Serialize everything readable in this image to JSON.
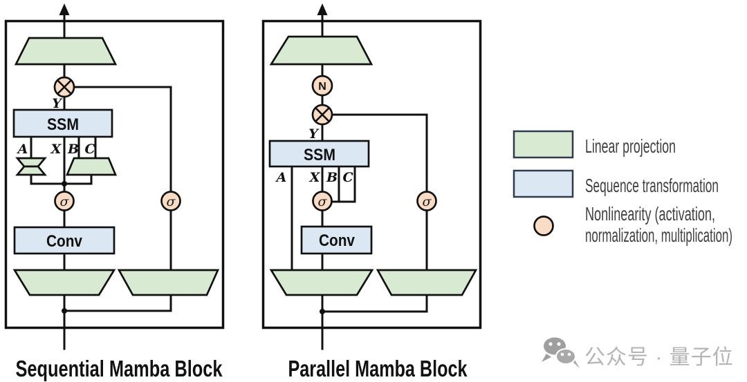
{
  "colors": {
    "linear_projection_green": "#d9ead3",
    "sequence_transform_blue": "#dbe8f4",
    "nonlinearity_peach": "#f9dcc5",
    "variable_red": "#c1272d",
    "line_black": "#111111",
    "legend_swatch_border": "#2e3b4e",
    "legend_text_gray": "#3f3f3f",
    "watermark_gray": "#b4b4b4"
  },
  "sequential": {
    "title": "Sequential Mamba Block",
    "ssm_label": "SSM",
    "conv_label": "Conv",
    "y_label": "Y",
    "a_label": "A",
    "x_label": "X",
    "b_label": "B",
    "c_label": "C",
    "sigma_main": "σ",
    "sigma_gate": "σ"
  },
  "parallel": {
    "title": "Parallel Mamba Block",
    "norm_label": "N",
    "ssm_label": "SSM",
    "conv_label": "Conv",
    "y_label": "Y",
    "a_label": "A",
    "x_label": "X",
    "b_label": "B",
    "c_label": "C",
    "sigma_main": "σ",
    "sigma_gate": "σ"
  },
  "legend": {
    "linear_projection": "Linear projection",
    "sequence_transformation": "Sequence transformation",
    "nonlinearity_line1": "Nonlinearity (activation,",
    "nonlinearity_line2": "normalization, multiplication)"
  },
  "watermark": {
    "text": "公众号 · 量子位"
  }
}
